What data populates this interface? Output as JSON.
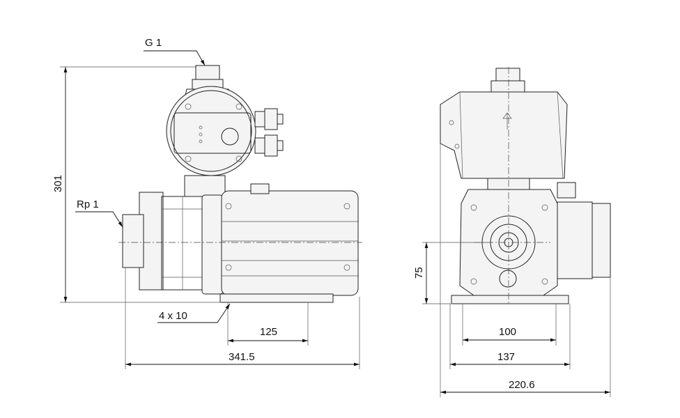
{
  "labels": {
    "g1": "G 1",
    "rp1": "Rp 1",
    "holes": "4 x 10"
  },
  "dimensions": {
    "height_total": "301",
    "base_holes": "125",
    "length_total": "341.5",
    "inlet_height": "75",
    "base_inner": "100",
    "base_outer": "137",
    "width_total": "220.6"
  },
  "colors": {
    "line": "#222222",
    "background": "#ffffff"
  }
}
